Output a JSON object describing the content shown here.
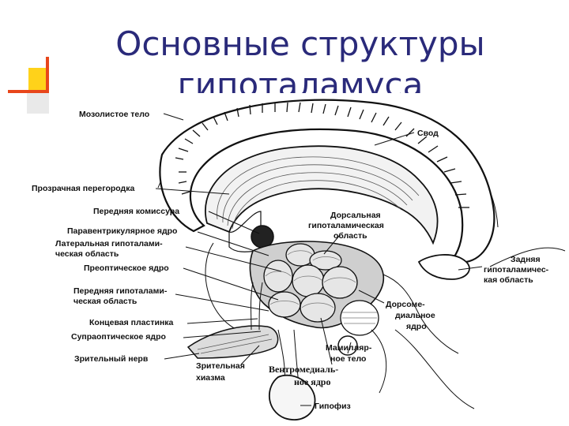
{
  "slide": {
    "title": "Основные структуры\nгипоталамуса"
  },
  "labels": {
    "corpus_callosum": "Мозолистое тело",
    "fornix": "Свод",
    "septum_pellucidum": "Прозрачная перегородка",
    "anterior_commissure": "Передняя комиссура",
    "paraventricular_1": "Паравентрикулярное ядро",
    "lateral_area_1": "Латеральная гипоталами-",
    "lateral_area_2": "ческая область",
    "preoptic": "Преоптическое ядро",
    "anterior_area_1": "Передняя гипоталами-",
    "anterior_area_2": "ческая область",
    "lamina_terminalis": "Концевая пластинка",
    "supraoptic": "Супраоптическое ядро",
    "optic_nerve": "Зрительный нерв",
    "optic_chiasm_1": "Зрительная",
    "optic_chiasm_2": "хиазма",
    "dorsal_area_1": "Дорсальная",
    "dorsal_area_2": "гипоталамическая",
    "dorsal_area_3": "область",
    "posterior_area_1": "Задняя",
    "posterior_area_2": "гипоталамичес-",
    "posterior_area_3": "кая область",
    "dorsomedial_1": "Дорсоме-",
    "dorsomedial_2": "диальное",
    "dorsomedial_3": "ядро",
    "mammillary_1": "Мамилляр-",
    "mammillary_2": "ное тело",
    "ventromedial_1": "Вентромедиаль-",
    "ventromedial_2": "ное ядро",
    "pituitary": "Гипофиз"
  }
}
